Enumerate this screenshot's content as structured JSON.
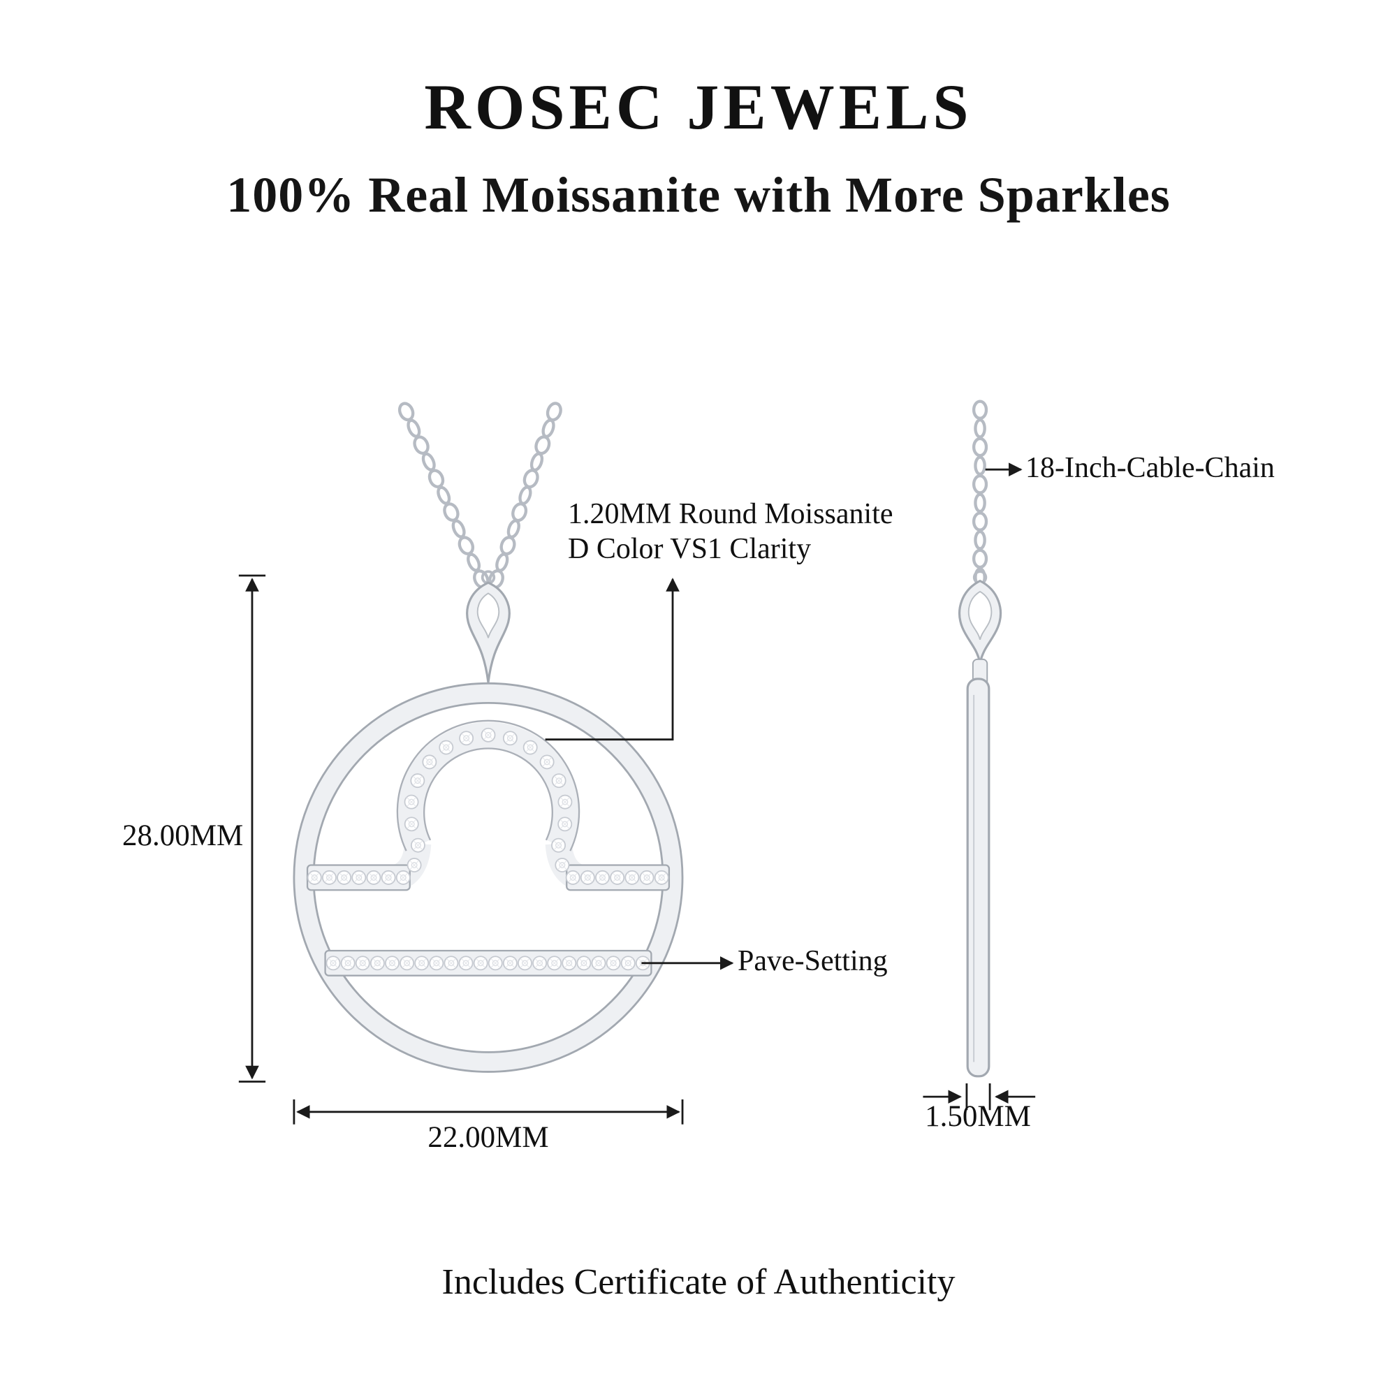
{
  "brand": "ROSEC JEWELS",
  "tagline": "100% Real Moissanite with More Sparkles",
  "annotations": {
    "stone_line1": "1.20MM Round Moissanite",
    "stone_line2": "D Color VS1 Clarity",
    "chain": "18-Inch-Cable-Chain",
    "pave": "Pave-Setting"
  },
  "dimensions": {
    "height": "28.00MM",
    "width": "22.00MM",
    "thickness": "1.50MM"
  },
  "footer": "Includes Certificate of Authenticity",
  "colors": {
    "text": "#1a1a1a",
    "metal_fill": "#eef0f3",
    "metal_edge": "#a2a8b0",
    "chain": "#b6bbc3",
    "background": "#ffffff"
  }
}
